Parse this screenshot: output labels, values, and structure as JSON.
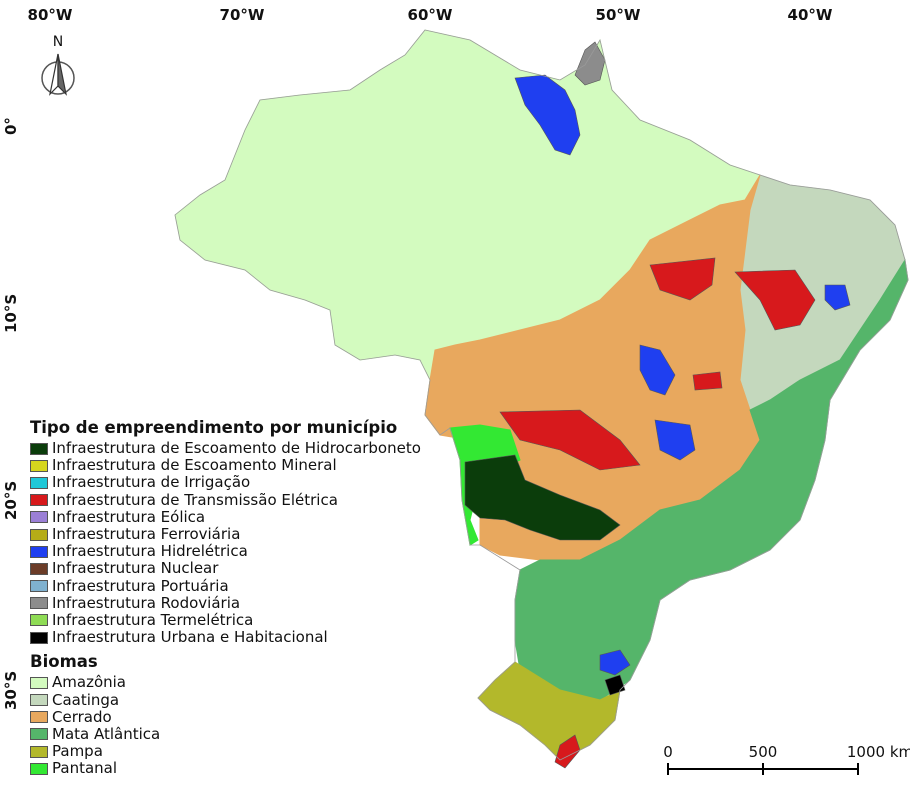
{
  "axes": {
    "longitude_labels": [
      "80°W",
      "70°W",
      "60°W",
      "50°W",
      "40°W"
    ],
    "latitude_labels": [
      "0°",
      "10°S",
      "20°S",
      "30°S"
    ]
  },
  "north_arrow": {
    "label": "N",
    "icon": "north-arrow-icon"
  },
  "legend": {
    "infra_title": "Tipo de empreendimento por município",
    "infra_items": [
      {
        "label": "Infraestrutura de Escoamento de Hidrocarboneto",
        "color": "#0b3d0b"
      },
      {
        "label": "Infraestrutura de Escoamento Mineral",
        "color": "#d6d61e"
      },
      {
        "label": "Infraestrutura de Irrigação",
        "color": "#1fc8d8"
      },
      {
        "label": "Infraestrutura de Transmissão Elétrica",
        "color": "#d7191c"
      },
      {
        "label": "Infraestrutura Eólica",
        "color": "#9b7fd6"
      },
      {
        "label": "Infraestrutura Ferroviária",
        "color": "#b5ac17"
      },
      {
        "label": "Infraestrutura Hidrelétrica",
        "color": "#1f3ff0"
      },
      {
        "label": "Infraestrutura Nuclear",
        "color": "#6b3c28"
      },
      {
        "label": "Infraestrutura Portuária",
        "color": "#7fb1cf"
      },
      {
        "label": "Infraestrutura Rodoviária",
        "color": "#8c8c8c"
      },
      {
        "label": "Infraestrutura Termelétrica",
        "color": "#8fdc55"
      },
      {
        "label": "Infraestrutura Urbana e Habitacional",
        "color": "#000000"
      }
    ],
    "biome_title": "Biomas",
    "biome_items": [
      {
        "label": "Amazônia",
        "color": "#d3fbbf"
      },
      {
        "label": "Caatinga",
        "color": "#c4d8bd"
      },
      {
        "label": "Cerrado",
        "color": "#e8a85e"
      },
      {
        "label": "Mata Atlântica",
        "color": "#55b56a"
      },
      {
        "label": "Pampa",
        "color": "#b3b82b"
      },
      {
        "label": "Pantanal",
        "color": "#33e833"
      }
    ]
  },
  "scale_bar": {
    "labels": [
      "0",
      "500",
      "1000 km"
    ],
    "values": [
      0,
      500,
      1000
    ]
  }
}
